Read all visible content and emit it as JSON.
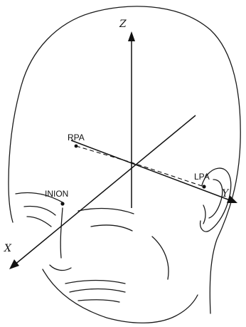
{
  "axes": {
    "z_label": "Z",
    "y_label": "Y",
    "x_label": "X"
  },
  "landmarks": {
    "rpa": "RPA",
    "lpa": "LPA",
    "inion": "INION"
  }
}
